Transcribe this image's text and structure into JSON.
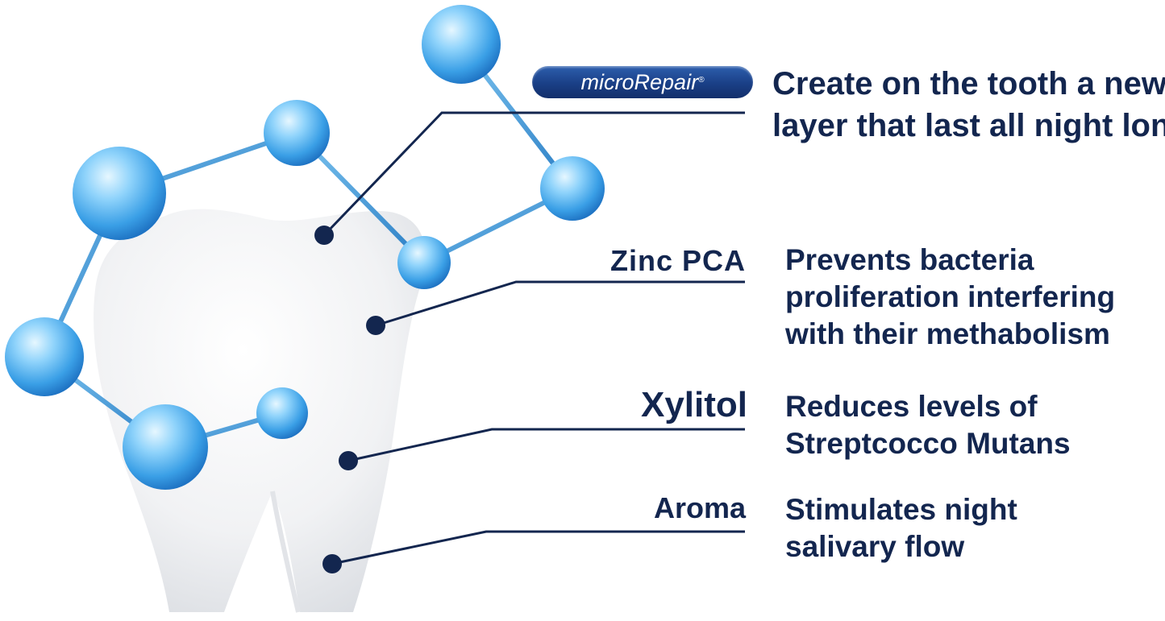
{
  "badge": {
    "brand": "microRepair",
    "mark": "®"
  },
  "items": [
    {
      "label": "",
      "lines": [
        "Create on the tooth a new",
        "layer that last all night long"
      ]
    },
    {
      "label": "Zinc PCA",
      "lines": [
        "Prevents bacteria",
        "proliferation interfering",
        "with their methabolism"
      ]
    },
    {
      "label": "Xylitol",
      "lines": [
        "Reduces levels of",
        "Streptcocco Mutans"
      ]
    },
    {
      "label": "Aroma",
      "lines": [
        "Stimulates night",
        "salivary flow"
      ]
    }
  ],
  "colors": {
    "navy": "#13264f",
    "badge": "#1a3f86",
    "sphere": "#4aaef0",
    "sphere_light": "#cdeeff",
    "tooth": "#f2f3f5"
  },
  "icons": [
    "tooth-illustration",
    "molecule-illustration",
    "pointer-dot"
  ]
}
